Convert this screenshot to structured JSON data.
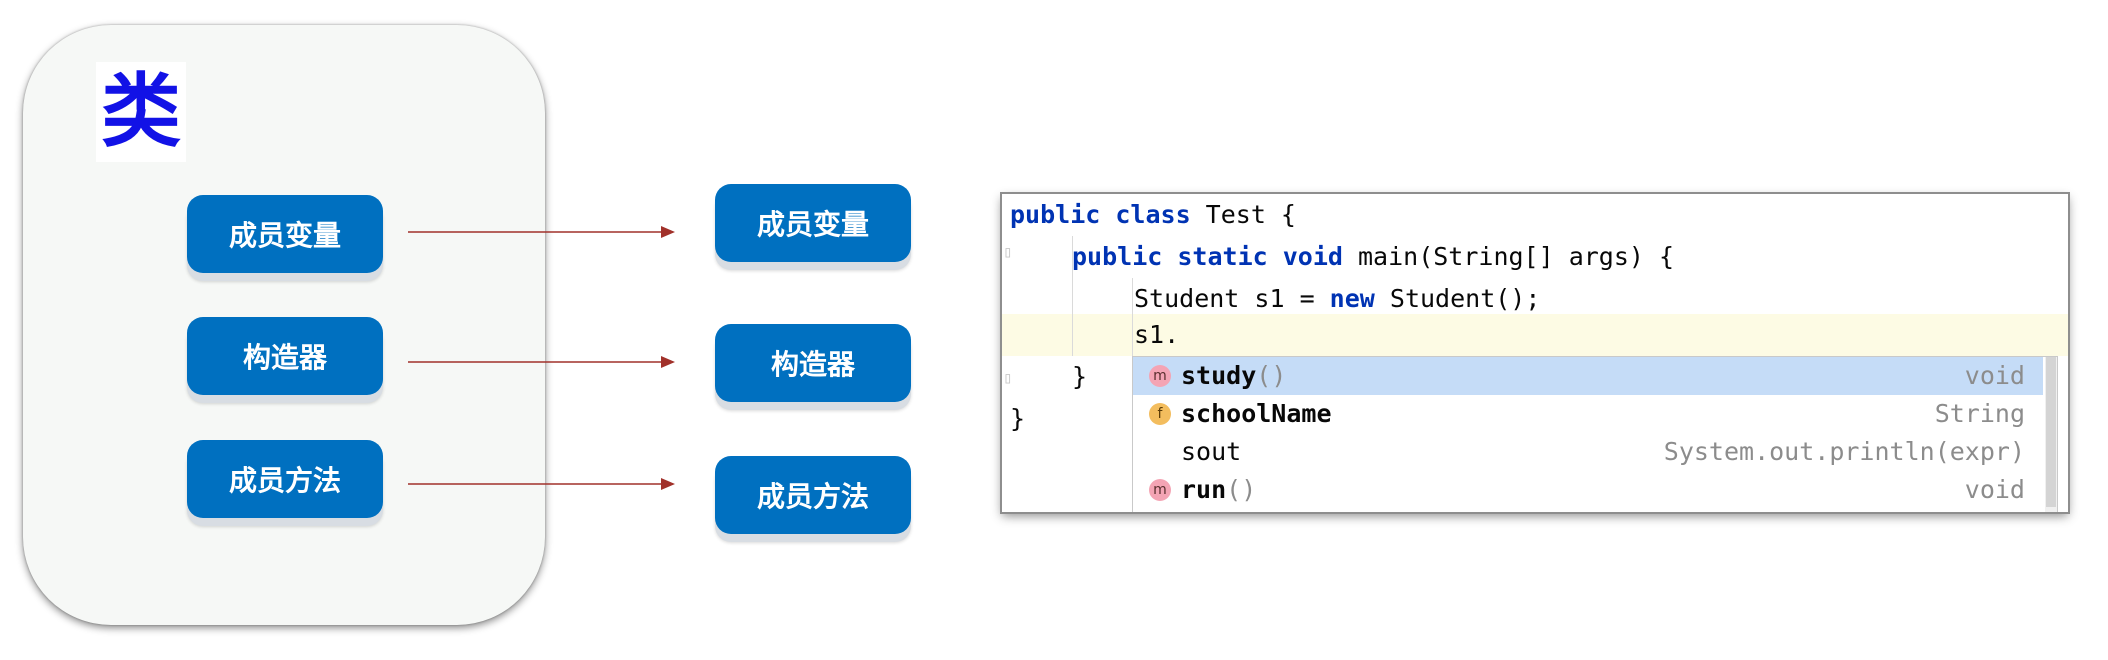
{
  "diagram": {
    "class_label": "类",
    "left_items": [
      "成员变量",
      "构造器",
      "成员方法"
    ],
    "right_items": [
      "成员变量",
      "构造器",
      "成员方法"
    ],
    "arrow_color": "#a1312a",
    "pill_color": "#0070c0"
  },
  "ide": {
    "lines": [
      {
        "kw": "public class ",
        "text": "Test {"
      },
      {
        "kw": "public static void ",
        "text": "main(String[] args) {"
      },
      {
        "pre": "Student s1 = ",
        "kw": "new ",
        "text": "Student();"
      },
      {
        "text": "s1."
      },
      {
        "text": "}"
      },
      {
        "text": "}"
      }
    ],
    "completion": [
      {
        "icon": "m",
        "name": "study",
        "params": "()",
        "type": "void",
        "selected": true
      },
      {
        "icon": "f",
        "name": "schoolName",
        "params": "",
        "type": "String",
        "selected": false
      },
      {
        "icon": "",
        "name": "sout",
        "params": "",
        "type": "System.out.println(expr)",
        "selected": false
      },
      {
        "icon": "m",
        "name": "run",
        "params": "()",
        "type": "void",
        "selected": false
      }
    ],
    "colors": {
      "keyword": "#0033b3",
      "current_line": "#fdfbe4",
      "selection": "#c5dcf7"
    }
  }
}
